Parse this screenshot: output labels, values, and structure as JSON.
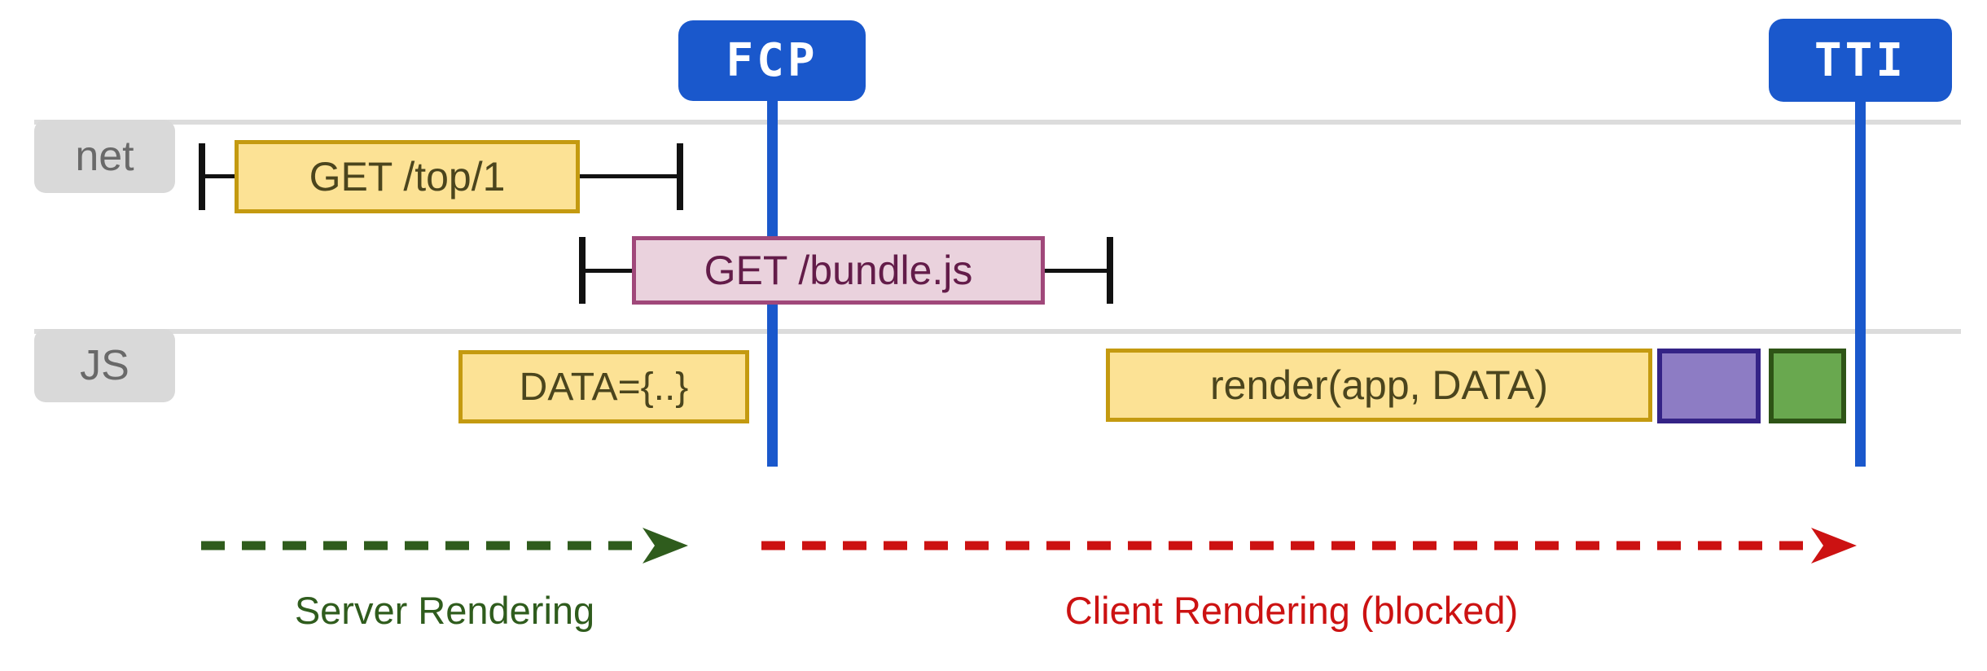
{
  "markers": {
    "fcp": {
      "label": "FCP"
    },
    "tti": {
      "label": "TTI"
    }
  },
  "lanes": [
    {
      "id": "net",
      "label": "net"
    },
    {
      "id": "js",
      "label": "JS"
    }
  ],
  "bars": [
    {
      "id": "get-top",
      "lane": "net",
      "label": "GET /top/1",
      "fill": "#fce295",
      "border": "#c49a10"
    },
    {
      "id": "get-bundle",
      "lane": "net",
      "label": "GET /bundle.js",
      "fill": "#ead2dd",
      "border": "#a0487a"
    },
    {
      "id": "data-eval",
      "lane": "js",
      "label": "DATA={..}",
      "fill": "#fce295",
      "border": "#c49a10"
    },
    {
      "id": "render-call",
      "lane": "js",
      "label": "render(app, DATA)",
      "fill": "#fce295",
      "border": "#c49a10"
    },
    {
      "id": "purple-task",
      "lane": "js",
      "label": "",
      "fill": "#8d7cc4",
      "border": "#342386"
    },
    {
      "id": "green-task",
      "lane": "js",
      "label": "",
      "fill": "#69a84f",
      "border": "#2e5416"
    }
  ],
  "phases": [
    {
      "id": "server",
      "label": "Server Rendering",
      "color": "#2f5c1d"
    },
    {
      "id": "client",
      "label": "Client Rendering (blocked)",
      "color": "#cc1212"
    }
  ],
  "colors": {
    "marker_blue": "#1a58cc",
    "lane_line": "#dcdcdc",
    "lane_label_bg": "#d9d9d9",
    "lane_label_text": "#696969",
    "tick_black": "#111111"
  }
}
